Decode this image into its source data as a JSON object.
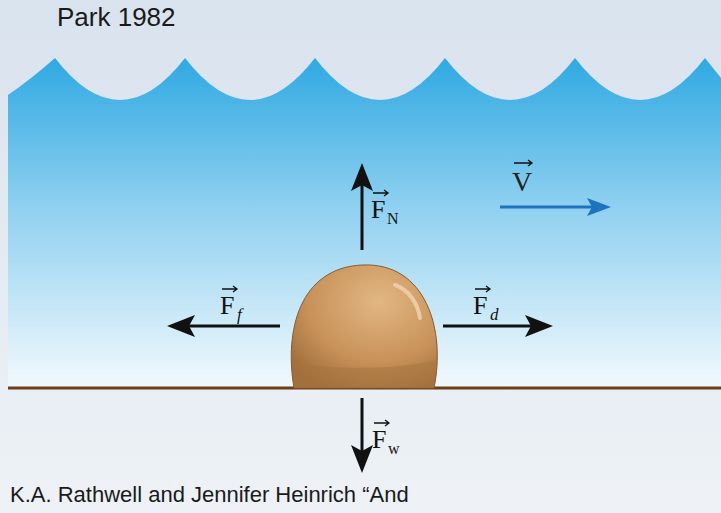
{
  "diagram": {
    "labels": [
      "Park 1982",
      "F",
      "N",
      "V",
      "F",
      "f",
      "F",
      "d",
      "F",
      "w",
      "K.A. Rathwell and Jennifer Heinrich “And"
    ]
  }
}
